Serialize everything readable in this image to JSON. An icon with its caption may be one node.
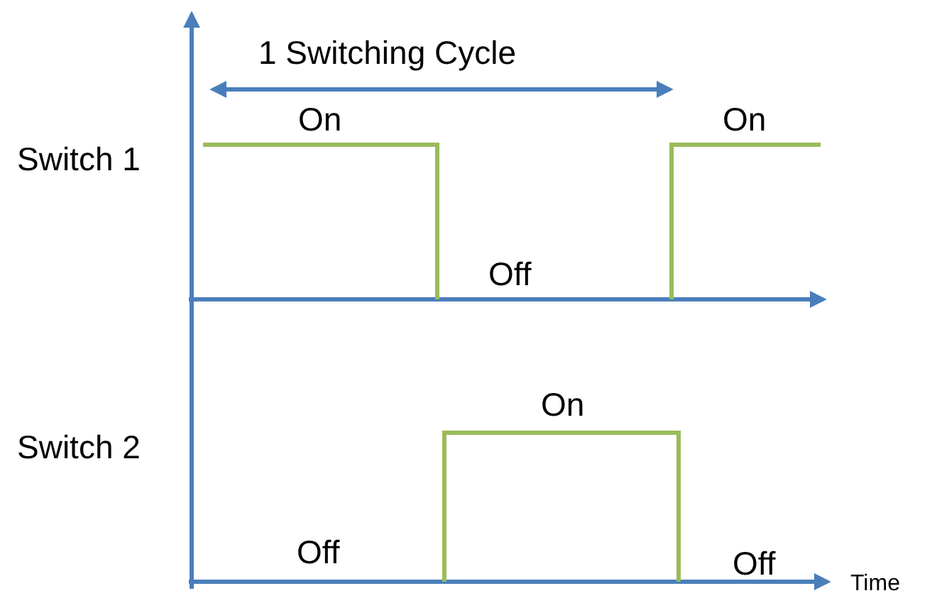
{
  "diagram": {
    "labels": [
      "1 Switching Cycle",
      "On",
      "On",
      "Switch 1",
      "Off",
      "On",
      "Switch 2",
      "Off",
      "Off",
      "Time"
    ]
  }
}
